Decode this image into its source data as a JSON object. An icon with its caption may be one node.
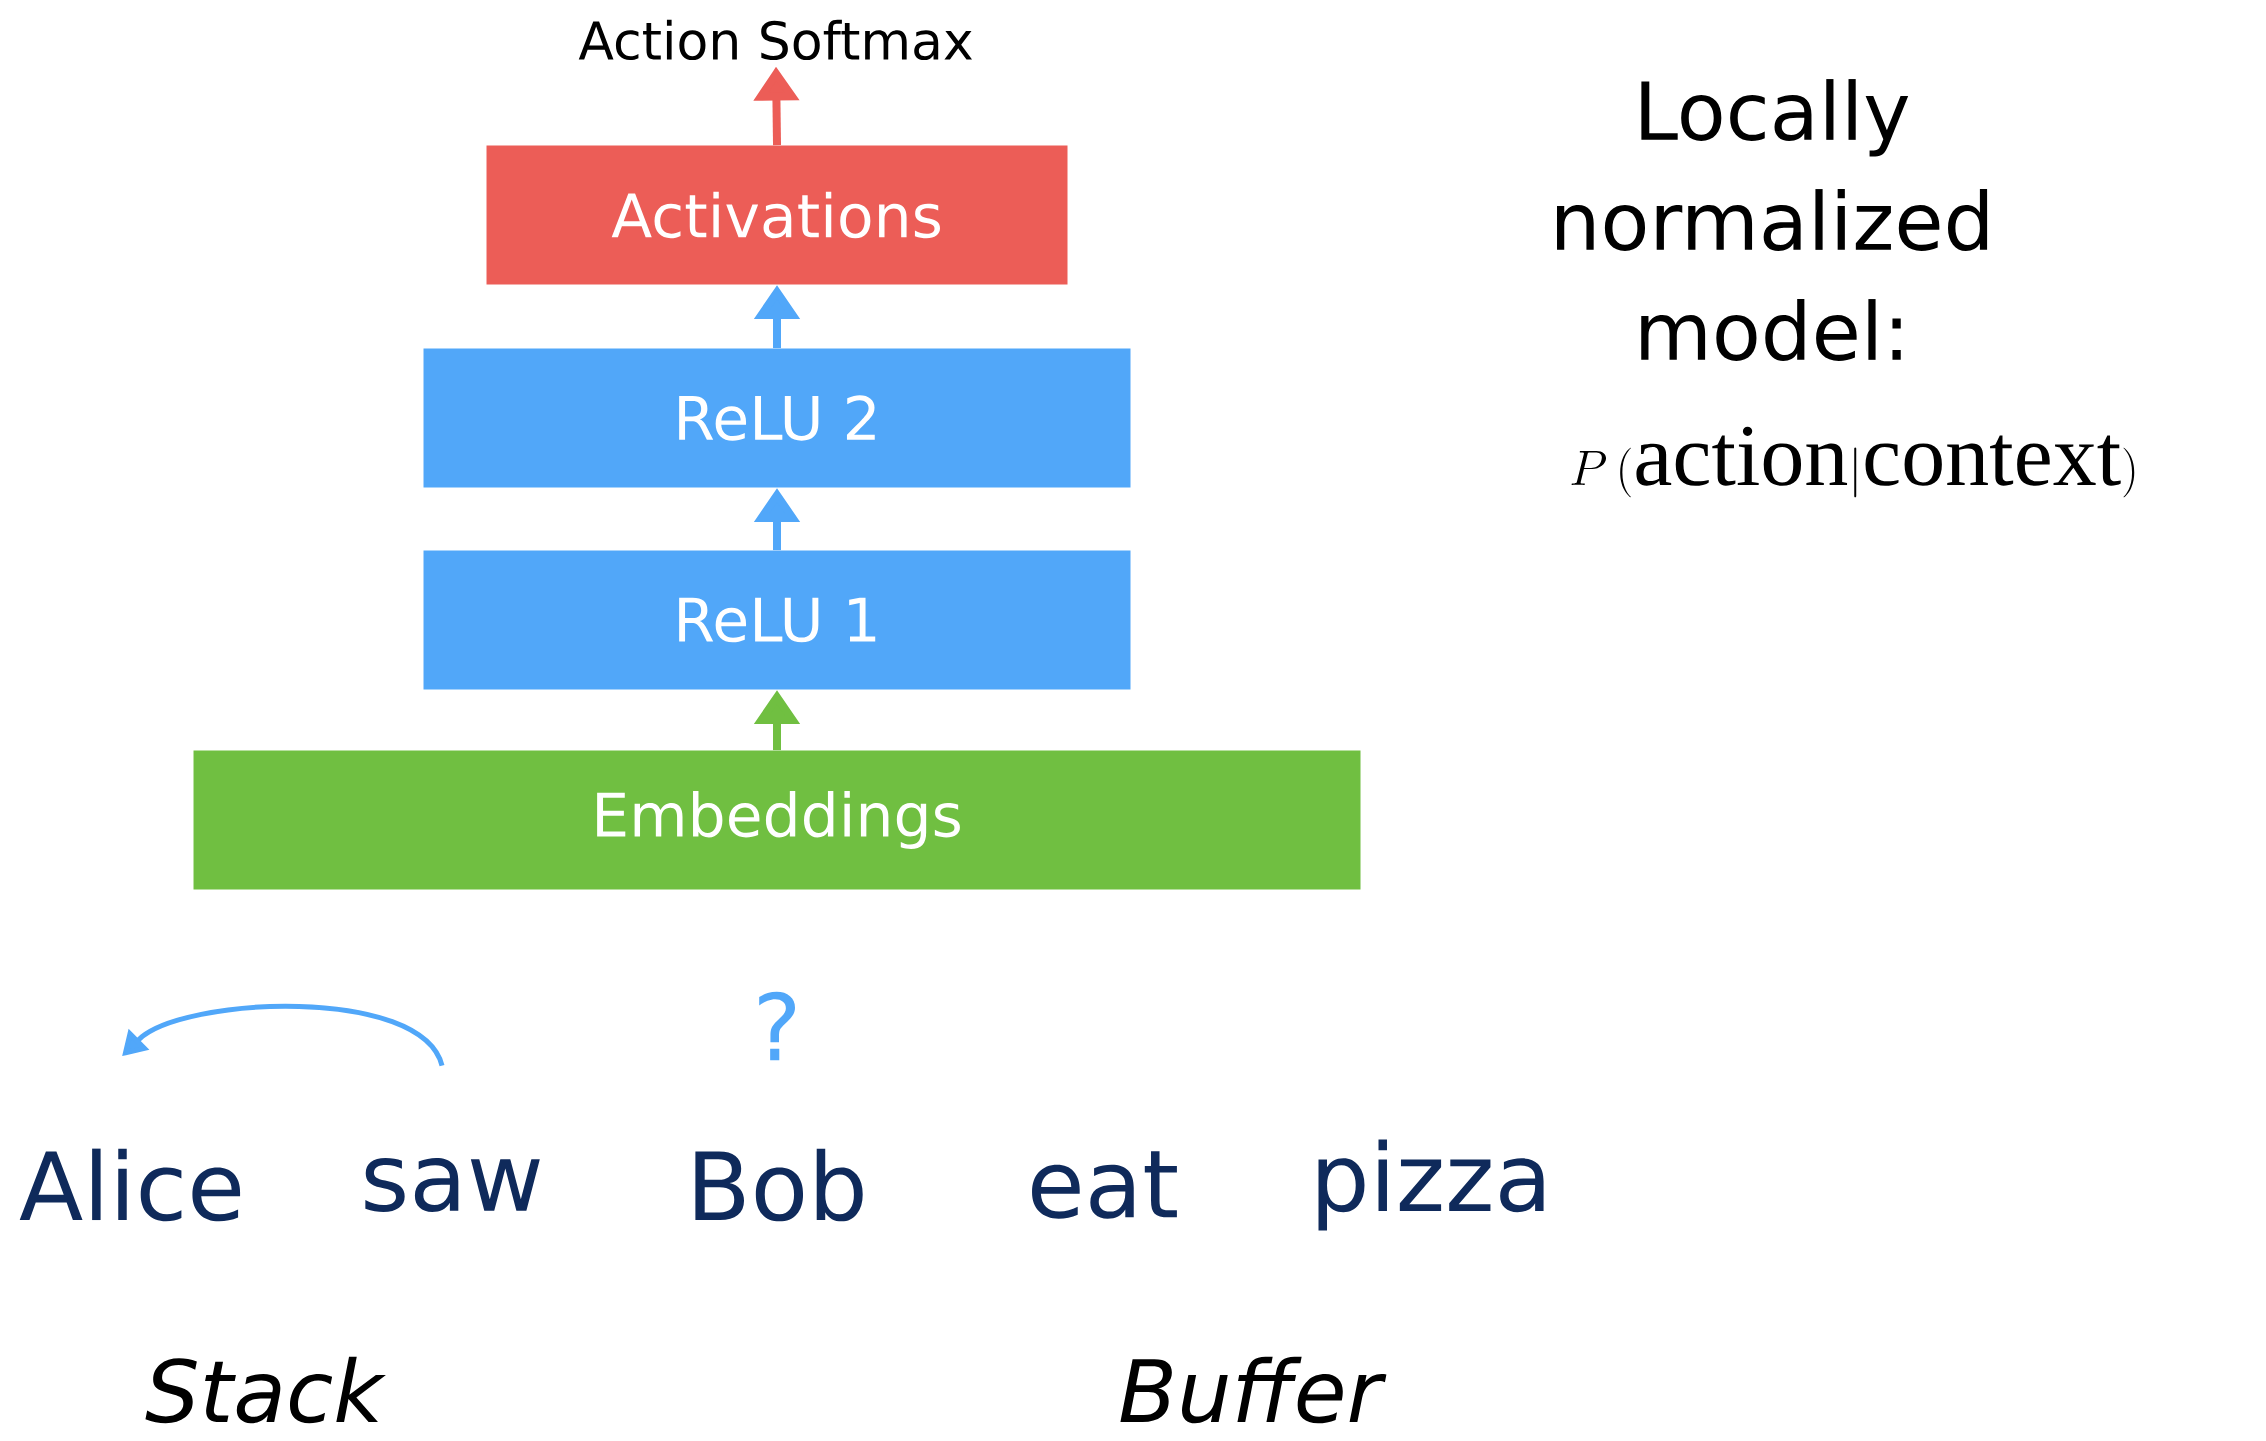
{
  "diagram": {
    "nodes": [
      {
        "text": [
          "Action Softmax"
        ]
      },
      {
        "text": [
          "Activations"
        ]
      },
      {
        "text": [
          "ReLU 2"
        ]
      },
      {
        "text": [
          "ReLU 1"
        ]
      },
      {
        "text": [
          "Embeddings"
        ]
      },
      {
        "text": [
          "Alice"
        ]
      },
      {
        "text": [
          "saw"
        ]
      }
    ],
    "edges": [
      {
        "from": 4,
        "to": 3,
        "arrow": "to",
        "color": "#70bf41"
      },
      {
        "from": 3,
        "to": 2,
        "arrow": "to"
      },
      {
        "from": 2,
        "to": 1,
        "arrow": "to"
      },
      {
        "from": 1,
        "to": 0,
        "arrow": "to",
        "color": "#ec5d57"
      },
      {
        "from": 6,
        "to": 5,
        "arrow": "to"
      }
    ],
    "labels": [
      "Locally normalized model:",
      "P\\,(\\mathrm{action}|\\mathrm{context})",
      "?",
      "Bob",
      "eat",
      "pizza",
      "Stack",
      "Buffer"
    ]
  }
}
